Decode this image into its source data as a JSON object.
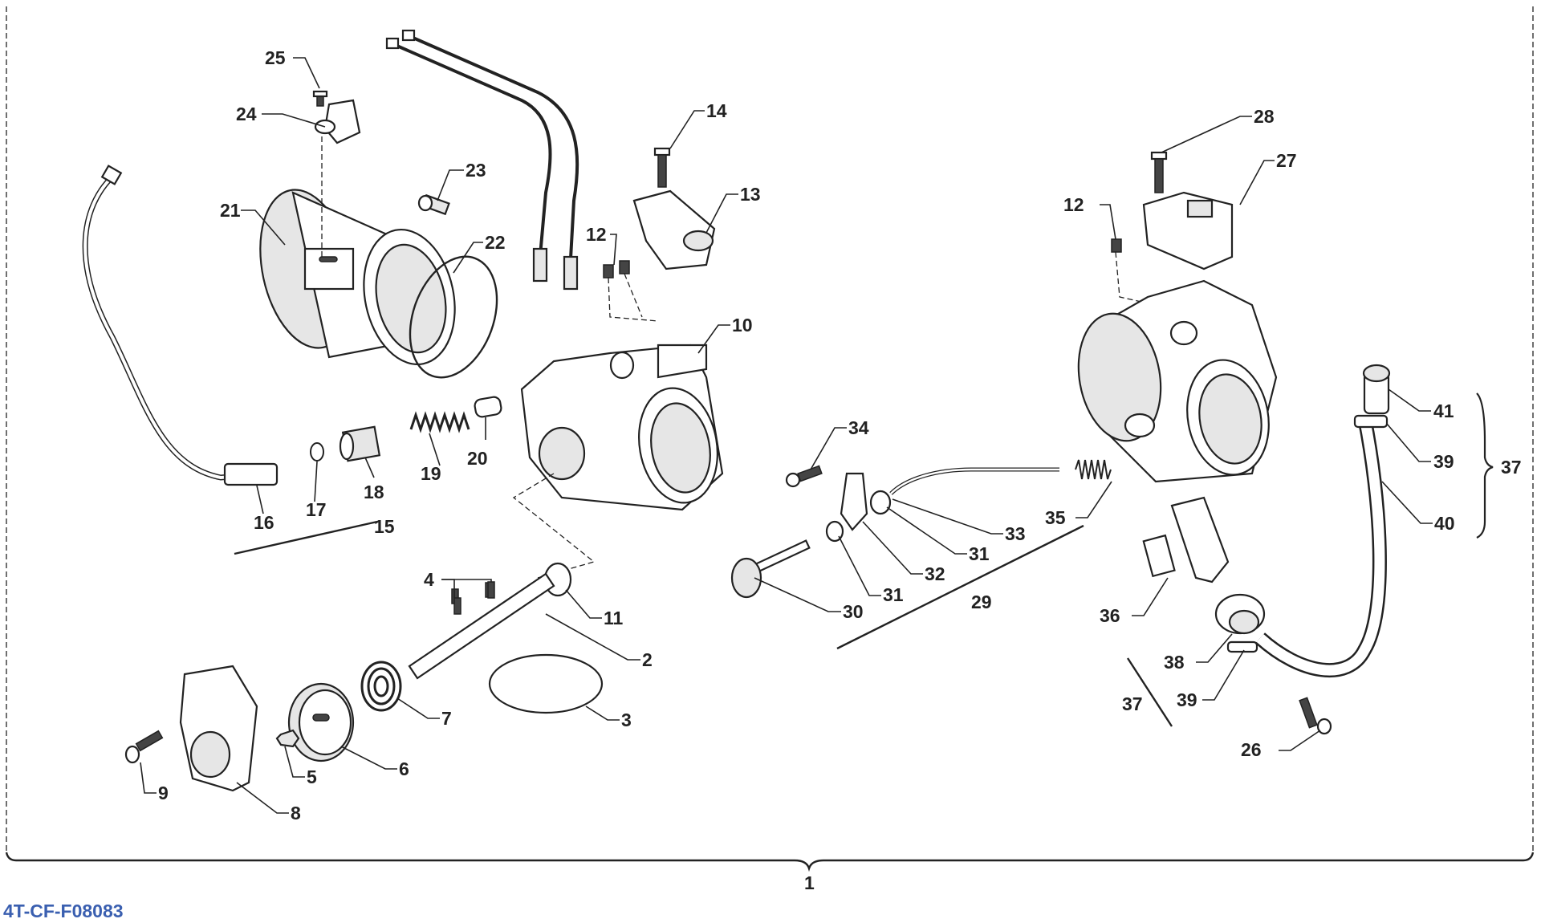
{
  "figure_code": "4T-CF-F08083",
  "callouts": {
    "c1": "1",
    "c2": "2",
    "c3": "3",
    "c4": "4",
    "c5": "5",
    "c6": "6",
    "c7": "7",
    "c8": "8",
    "c9": "9",
    "c10": "10",
    "c11": "11",
    "c12a": "12",
    "c12b": "12",
    "c13": "13",
    "c14": "14",
    "c15": "15",
    "c16": "16",
    "c17": "17",
    "c18": "18",
    "c19": "19",
    "c20": "20",
    "c21": "21",
    "c22": "22",
    "c23": "23",
    "c24": "24",
    "c25": "25",
    "c26": "26",
    "c27": "27",
    "c28": "28",
    "c29": "29",
    "c30": "30",
    "c31a": "31",
    "c31b": "31",
    "c32": "32",
    "c33": "33",
    "c34": "34",
    "c35": "35",
    "c36": "36",
    "c37a": "37",
    "c37b": "37",
    "c38": "38",
    "c39a": "39",
    "c39b": "39",
    "c40": "40",
    "c41": "41"
  }
}
